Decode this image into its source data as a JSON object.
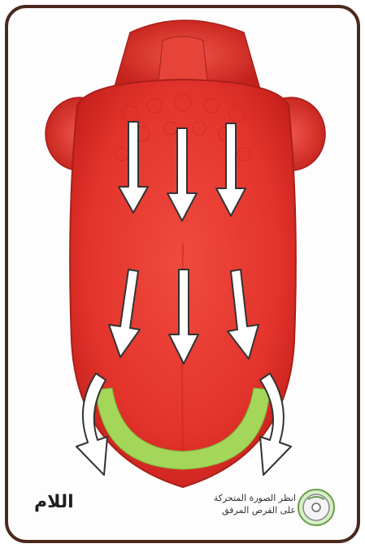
{
  "card": {
    "letter_name": "اللام",
    "cd_note_line1": "انظر الصورة المتحركة",
    "cd_note_line2": "على القرص المرفق"
  },
  "illustration": {
    "subject": "tongue",
    "arrow_count": 8,
    "arrow_icon": "arrow-down-icon",
    "curved_arrow_icon": "curved-arrow-icon",
    "cd_icon": "cd-disc-icon"
  },
  "colors": {
    "border": "#4a2a1e",
    "tongue": "#e8352f",
    "tongue_dark": "#c8201c",
    "highlight": "#a4d65a",
    "arrow_fill": "#ffffff",
    "arrow_stroke": "#333333"
  }
}
